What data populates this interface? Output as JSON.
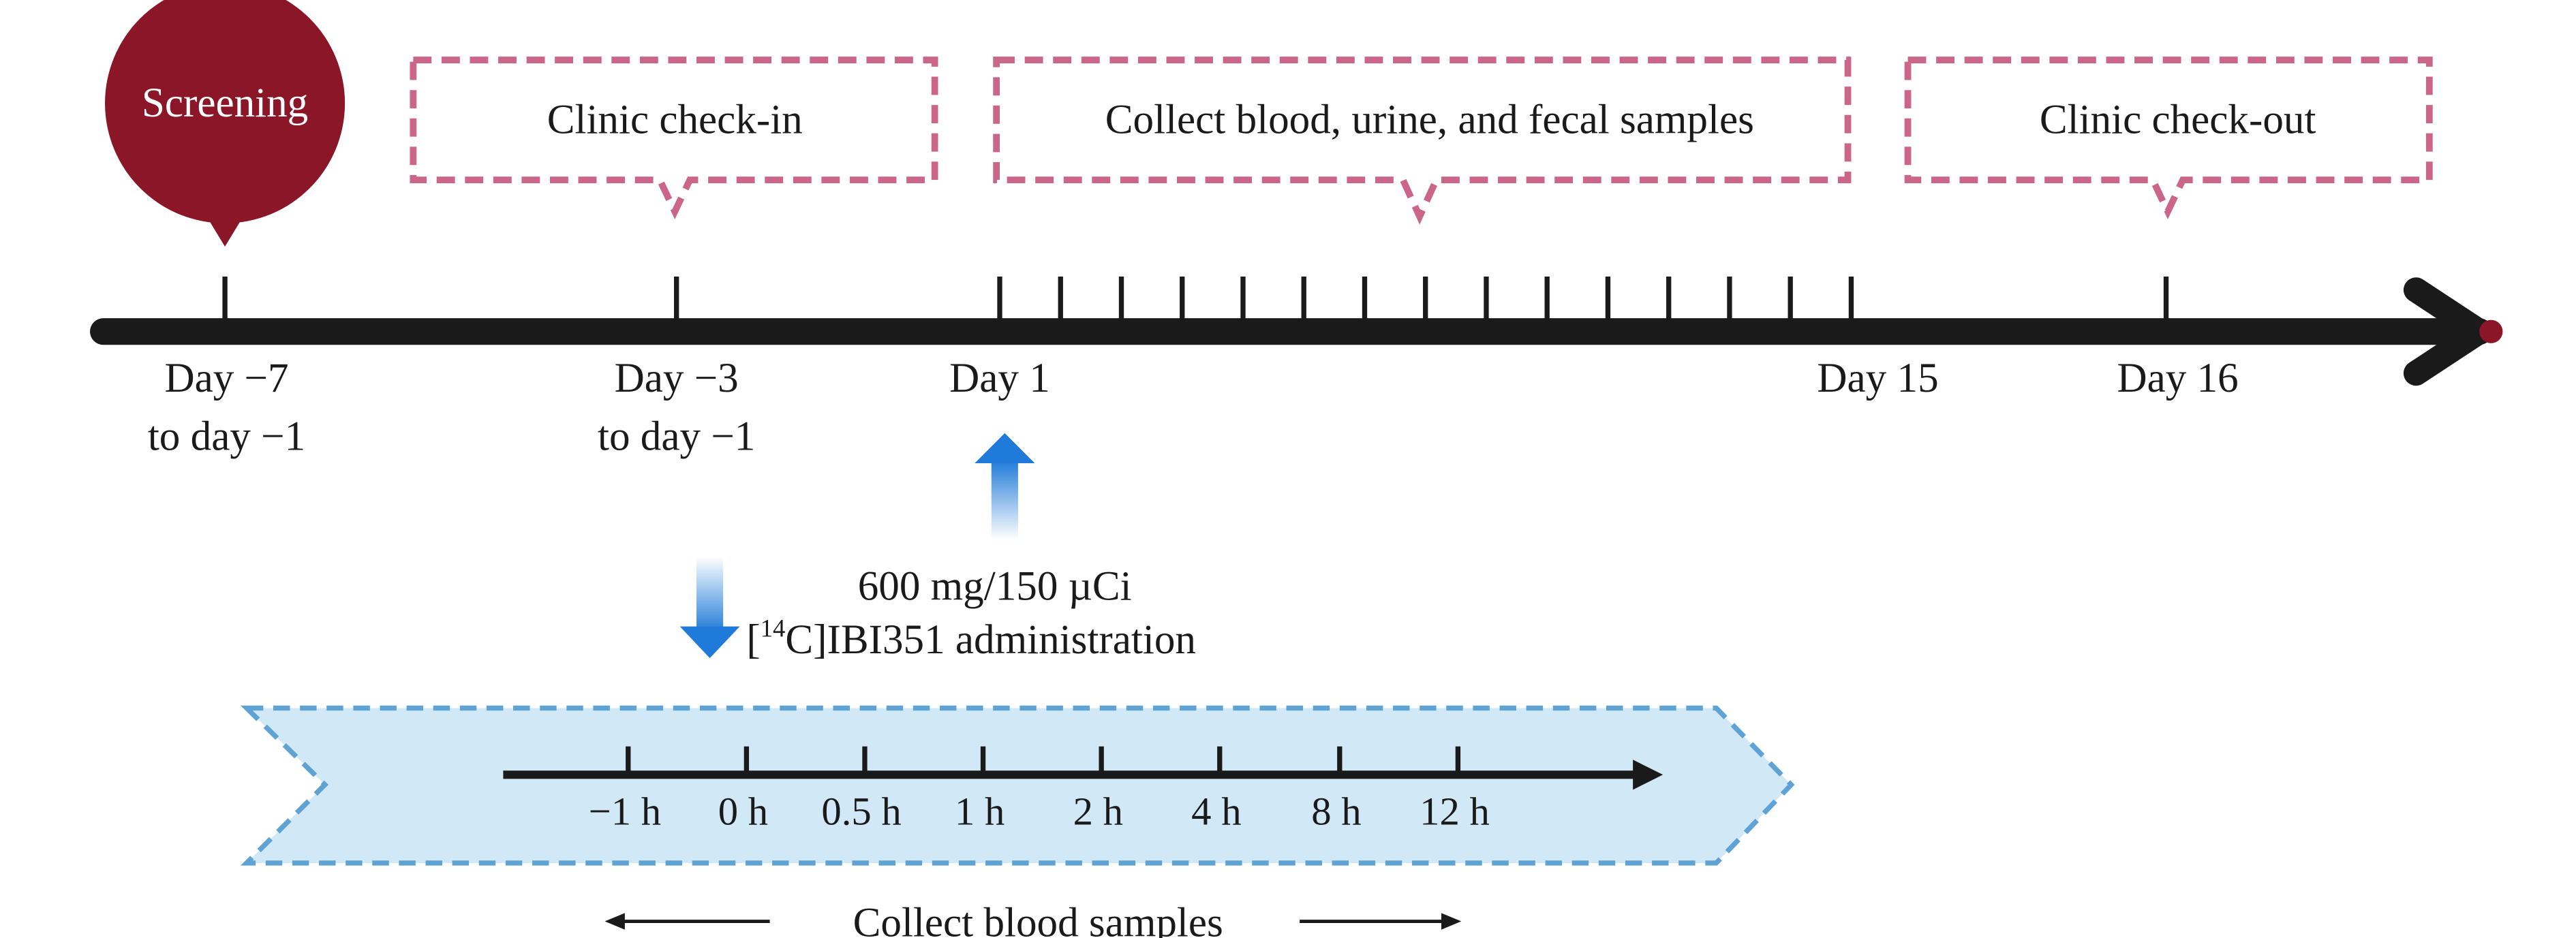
{
  "colors": {
    "screening_fill": "#8b1627",
    "dashed_box": "#cc6688",
    "main_axis": "#1a1a1a",
    "axis_end_dot": "#8b1627",
    "blood_band_fill": "#d1e8f6",
    "blood_band_border": "#5fa3d4",
    "arrow_blue": "#1f7ad9",
    "text": "#1a1a1a"
  },
  "screening": {
    "label": "Screening"
  },
  "boxes": {
    "check_in": "Clinic check-in",
    "collect_samples": "Collect blood, urine, and fecal samples",
    "check_out": "Clinic check-out"
  },
  "timeline": {
    "day_m7_line1": "Day −7",
    "day_m7_line2": "to day −1",
    "day_m3_line1": "Day −3",
    "day_m3_line2": "to day −1",
    "day_1": "Day 1",
    "day_15": "Day 15",
    "day_16": "Day 16"
  },
  "dose": {
    "line1": "600 mg/150 µCi",
    "bracket_open": "[",
    "isotope_mass": "14",
    "line2_rest": "C]IBI351 administration"
  },
  "blood_timeline": {
    "ticks": [
      "−1 h",
      "0 h",
      "0.5 h",
      "1 h",
      "2 h",
      "4 h",
      "8 h",
      "12 h"
    ]
  },
  "footer": {
    "collect_blood": "Collect blood samples"
  },
  "icons": {
    "up_arrow": "arrow-up-icon",
    "down_arrow": "arrow-down-icon",
    "left_arrow": "arrow-left-icon",
    "right_arrow": "arrow-right-icon"
  }
}
